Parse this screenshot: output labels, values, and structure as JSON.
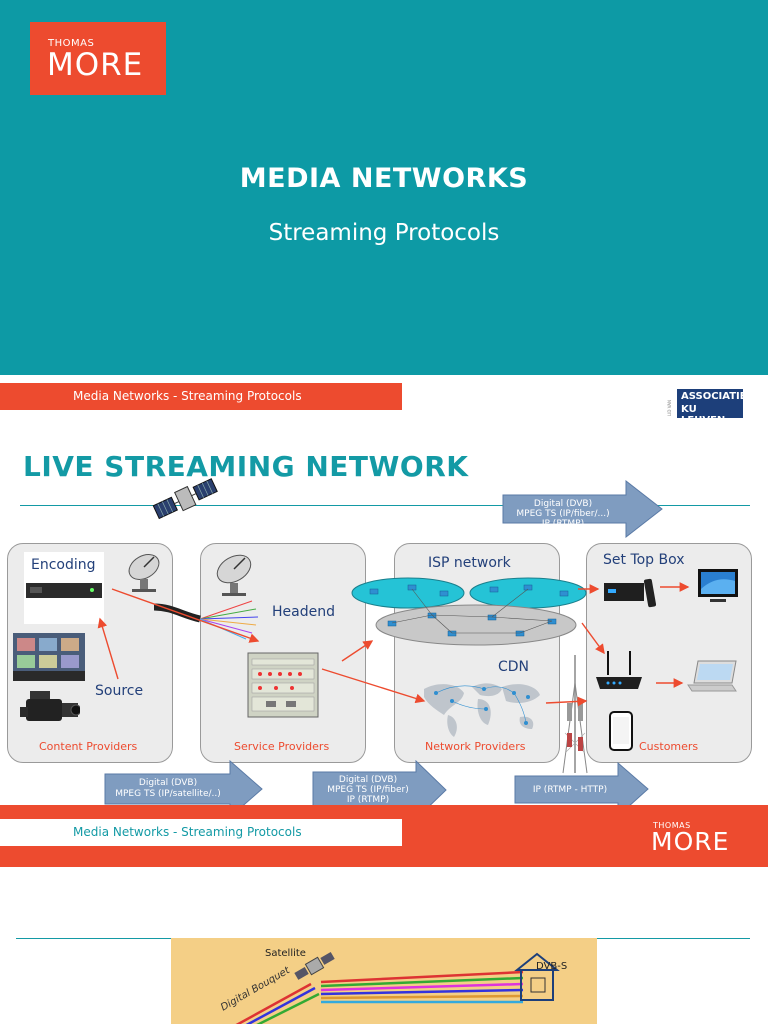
{
  "slide1": {
    "logo_small": "THOMAS",
    "logo_big": "MORE",
    "title": "MEDIA NETWORKS",
    "subtitle": "Streaming Protocols"
  },
  "slide2": {
    "header_banner": "Media Networks - Streaming Protocols",
    "assoc_tiny": "LID VAN",
    "assoc_line1": "ASSOCIATIE",
    "assoc_line2": "KU LEUVEN",
    "title": "LIVE STREAMING NETWORK",
    "labels": {
      "encoding": "Encoding",
      "source": "Source",
      "headend": "Headend",
      "isp_network": "ISP network",
      "cdn": "CDN",
      "set_top_box": "Set Top Box"
    },
    "panels": {
      "content": "Content Providers",
      "service": "Service Providers",
      "network": "Network Providers",
      "customers": "Customers"
    },
    "arrows": {
      "top": [
        "Digital (DVB)",
        "MPEG TS (IP/fiber/...)",
        "IP (RTMP)"
      ],
      "bottom1": [
        "Digital (DVB)",
        "MPEG TS (IP/satellite/..)"
      ],
      "bottom2": [
        "Digital (DVB)",
        "MPEG TS (IP/fiber)",
        "IP (RTMP)"
      ],
      "bottom3": [
        "IP (RTMP - HTTP)"
      ]
    },
    "footer_banner": "Media Networks - Streaming Protocols",
    "footer_logo_small": "THOMAS",
    "footer_logo_big": "MORE",
    "colors": {
      "teal": "#0d9aa5",
      "orange": "#ed4b2f",
      "navy": "#1d3f7a",
      "arrow_blue": "#7f9cc0"
    }
  },
  "slide3": {
    "satellite": "Satellite",
    "dvbs": "DVB-S",
    "bouquet": "Digital Bouquet"
  }
}
